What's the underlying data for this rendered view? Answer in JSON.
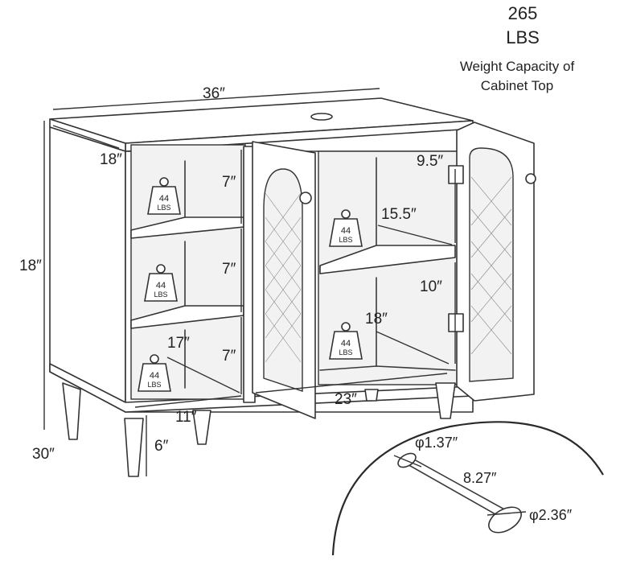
{
  "weight": {
    "value": "265",
    "unit": "LBS",
    "caption_line1": "Weight Capacity of",
    "caption_line2": "Cabinet Top"
  },
  "dimensions": {
    "width": "36″",
    "depth": "18″",
    "height_body": "18″",
    "height_total": "30″",
    "shelf_gap_1": "7″",
    "shelf_gap_2": "7″",
    "shelf_gap_3": "7″",
    "left_shelf_depth": "17″",
    "left_opening_width": "11″",
    "leg_height": "6″",
    "right_shelf_depth_top": "15.5″",
    "right_top_gap": "9.5″",
    "right_gap": "10″",
    "right_shelf_depth_bottom": "18″",
    "right_opening_width": "23″"
  },
  "load_badges": [
    {
      "value": "44",
      "unit": "LBS"
    },
    {
      "value": "44",
      "unit": "LBS"
    },
    {
      "value": "44",
      "unit": "LBS"
    },
    {
      "value": "44",
      "unit": "LBS"
    },
    {
      "value": "44",
      "unit": "LBS"
    }
  ],
  "leg_detail": {
    "top_diameter": "φ1.37″",
    "length": "8.27″",
    "bottom_diameter": "φ2.36″"
  }
}
